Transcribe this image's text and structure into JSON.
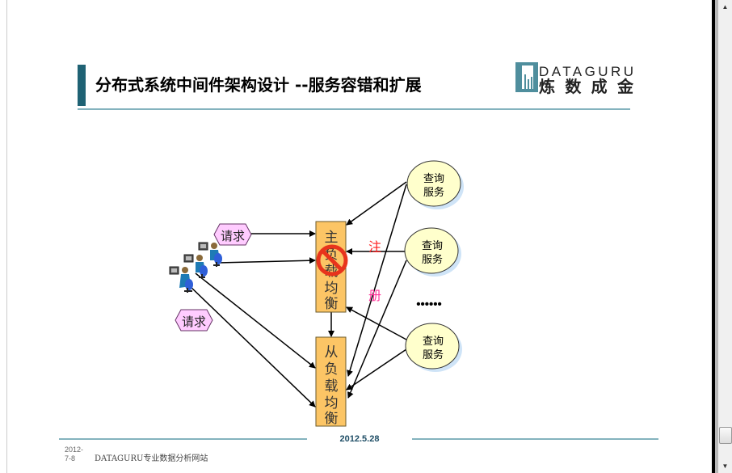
{
  "title": "分布式系统中间件架构设计 --服务容错和扩展",
  "logo": {
    "top": "DATAGURU",
    "bottom": "炼数成金"
  },
  "diagram": {
    "master_lb": [
      "主",
      "负",
      "载",
      "均",
      "衡"
    ],
    "slave_lb": [
      "从",
      "负",
      "载",
      "均",
      "衡"
    ],
    "services": [
      {
        "l1": "查询",
        "l2": "服务"
      },
      {
        "l1": "查询",
        "l2": "服务"
      },
      {
        "l1": "查询",
        "l2": "服务"
      }
    ],
    "request_label_1": "请求",
    "request_label_2": "请求",
    "register_1": "注",
    "register_2": "册",
    "ellipsis": "••••••"
  },
  "footer": {
    "center_date": "2012.5.28",
    "left_date": "2012-\n7-8",
    "site": "DATAGURU专业数据分析网站"
  },
  "colors": {
    "accent": "#1f6274",
    "rule": "#5b9aa8",
    "lb_fill": "#fcc565",
    "service_fill": "#ffffcc",
    "hex_fill": "#ffccff"
  }
}
